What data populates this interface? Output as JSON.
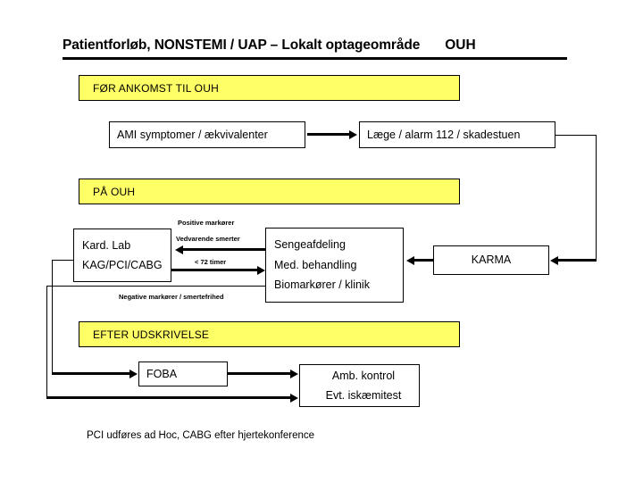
{
  "title": {
    "main": "Patientforløb, NONSTEMI / UAP – Lokalt optageområde",
    "right": "OUH"
  },
  "sections": [
    {
      "id": "before",
      "label": "FØR ANKOMST TIL OUH"
    },
    {
      "id": "at",
      "label": "PÅ OUH"
    },
    {
      "id": "after",
      "label": "EFTER UDSKRIVELSE"
    }
  ],
  "boxes": {
    "ami": {
      "label": "AMI symptomer / ækvivalenter"
    },
    "laege": {
      "label": "Læge /  alarm 112 / skadestuen"
    },
    "kardlab": {
      "line1": "Kard. Lab",
      "line2": "KAG/PCI/CABG"
    },
    "sengeafdeling": {
      "line1": "Sengeafdeling",
      "line2": "Med. behandling",
      "line3": "Biomarkører / klinik"
    },
    "karma": {
      "label": "KARMA"
    },
    "foba": {
      "label": "FOBA"
    },
    "ambulant": {
      "line1": "Amb. kontrol",
      "line2": "Evt. iskæmitest"
    }
  },
  "edge_labels": {
    "positive_markers": "Positive markører",
    "persistent_pain": "Vedvarende smerter",
    "under_72h": "< 72 timer",
    "negative_markers": "Negative markører / smertefrihed"
  },
  "caption": "PCI udføres ad Hoc, CABG efter hjertekonference",
  "colors": {
    "band_fill": "#ffff66",
    "stroke": "#000000",
    "page_background": "#ffffff"
  }
}
